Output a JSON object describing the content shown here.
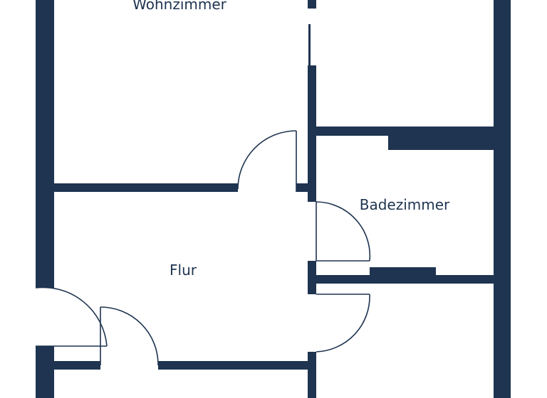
{
  "floorplan": {
    "rooms": [
      {
        "id": "wohnzimmer",
        "label": "Wohnzimmer"
      },
      {
        "id": "badezimmer",
        "label": "Badezimmer"
      },
      {
        "id": "flur",
        "label": "Flur"
      }
    ],
    "colors": {
      "wall": "#1e3450",
      "background": "#ffffff"
    }
  }
}
